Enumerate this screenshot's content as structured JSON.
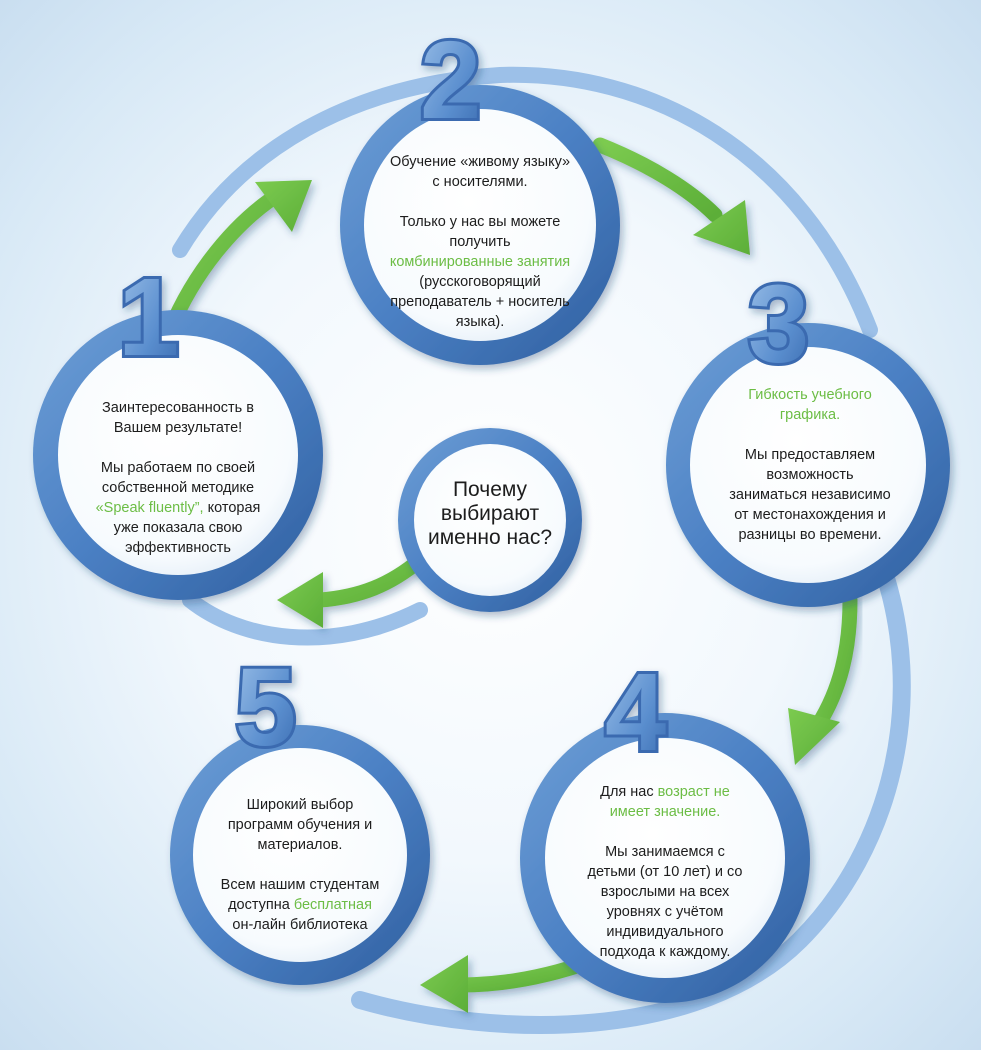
{
  "center": {
    "line1": "Почему",
    "line2": "выбирают",
    "line3": "именно нас?"
  },
  "steps": [
    {
      "number": "1",
      "line1": "Заинтересованность в",
      "line2": "Вашем результате!",
      "line3": "Мы работаем по своей",
      "line4": "собственной методике",
      "highlight": "«Speak fluently”,",
      "line5_rest": " которая",
      "line6": "уже показала  свою",
      "line7": "эффективность"
    },
    {
      "number": "2",
      "line1": "Обучение «живому языку»",
      "line2": "с носителями.",
      "line3": "Только у нас вы можете",
      "line4": "получить",
      "highlight": "комбинированные занятия",
      "line5": "(русскоговорящий",
      "line6": "преподаватель + носитель",
      "line7": "языка)."
    },
    {
      "number": "3",
      "highlight1": "Гибкость учебного",
      "highlight2": "графика.",
      "line1": "Мы предоставляем",
      "line2": "возможность",
      "line3": "заниматься независимо",
      "line4": "от местонахождения и",
      "line5": "разницы во времени."
    },
    {
      "number": "4",
      "line1_pre": "Для нас ",
      "highlight1": "возраст не",
      "highlight2": "имеет значение.",
      "line1": "Мы занимаемся с",
      "line2": "детьми (от 10 лет) и со",
      "line3": "взрослыми на всех",
      "line4": "уровнях с учётом",
      "line5": "индивидуального",
      "line6": "подхода к каждому."
    },
    {
      "number": "5",
      "line1": "Широкий выбор",
      "line2": "программ обучения и",
      "line3": "материалов.",
      "line4": "Всем нашим студентам",
      "line5_pre": "доступна ",
      "highlight": "бесплатная",
      "line6": "он-лайн  библиотека"
    }
  ],
  "colors": {
    "ring": "#8fb7e0",
    "bubble": "#4a7fc1",
    "arrow": "#6cbd45",
    "highlight": "#6cbd45"
  }
}
